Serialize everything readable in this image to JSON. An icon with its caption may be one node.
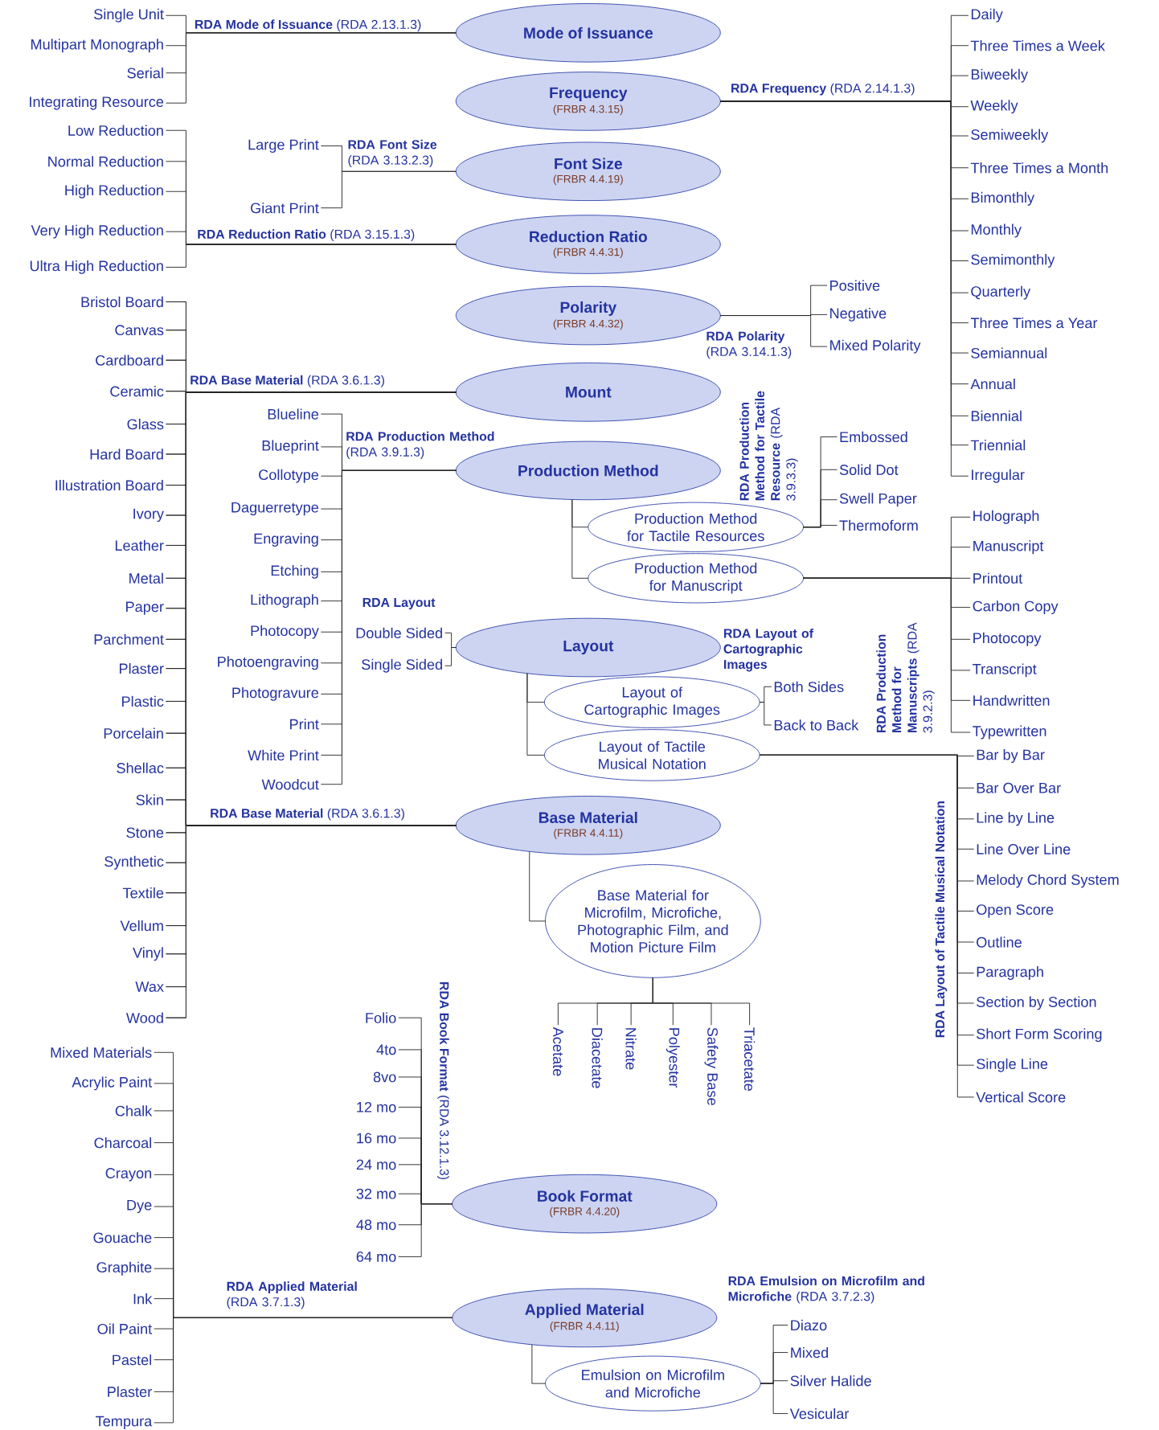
{
  "diagram": {
    "nodes": [
      {
        "text": [
          "Mode of Issuance"
        ]
      },
      {
        "text": [
          "Single Unit"
        ]
      },
      {
        "text": [
          "Multipart Monograph"
        ]
      },
      {
        "text": [
          "Serial"
        ]
      },
      {
        "text": [
          "Integrating Resource"
        ]
      },
      {
        "text": [
          "Frequency",
          "(FRBR 4.3.15)"
        ]
      },
      {
        "text": [
          "Daily"
        ]
      },
      {
        "text": [
          "Three Times a Week"
        ]
      },
      {
        "text": [
          "Biweekly"
        ]
      },
      {
        "text": [
          "Weekly"
        ]
      },
      {
        "text": [
          "Semiweekly"
        ]
      },
      {
        "text": [
          "Three Times a Month"
        ]
      },
      {
        "text": [
          "Bimonthly"
        ]
      },
      {
        "text": [
          "Monthly"
        ]
      },
      {
        "text": [
          "Semimonthly"
        ]
      },
      {
        "text": [
          "Quarterly"
        ]
      },
      {
        "text": [
          "Three Times a Year"
        ]
      },
      {
        "text": [
          "Semiannual"
        ]
      },
      {
        "text": [
          "Annual"
        ]
      },
      {
        "text": [
          "Biennial"
        ]
      },
      {
        "text": [
          "Triennial"
        ]
      },
      {
        "text": [
          "Irregular"
        ]
      },
      {
        "text": [
          "Font Size",
          "(FRBR 4.4.19)"
        ]
      },
      {
        "text": [
          "Large Print"
        ]
      },
      {
        "text": [
          "Giant Print"
        ]
      },
      {
        "text": [
          "Reduction Ratio",
          "(FRBR 4.4.31)"
        ]
      },
      {
        "text": [
          "Low Reduction"
        ]
      },
      {
        "text": [
          "Normal Reduction"
        ]
      },
      {
        "text": [
          "High Reduction"
        ]
      },
      {
        "text": [
          "Very High Reduction"
        ]
      },
      {
        "text": [
          "Ultra High Reduction"
        ]
      },
      {
        "text": [
          "Polarity",
          "(FRBR 4.4.32)"
        ]
      },
      {
        "text": [
          "Positive"
        ]
      },
      {
        "text": [
          "Negative"
        ]
      },
      {
        "text": [
          "Mixed Polarity"
        ]
      },
      {
        "text": [
          "Mount"
        ]
      },
      {
        "text": [
          "Bristol Board"
        ]
      },
      {
        "text": [
          "Canvas"
        ]
      },
      {
        "text": [
          "Cardboard"
        ]
      },
      {
        "text": [
          "Ceramic"
        ]
      },
      {
        "text": [
          "Glass"
        ]
      },
      {
        "text": [
          "Hard Board"
        ]
      },
      {
        "text": [
          "Illustration Board"
        ]
      },
      {
        "text": [
          "Ivory"
        ]
      },
      {
        "text": [
          "Leather"
        ]
      },
      {
        "text": [
          "Metal"
        ]
      },
      {
        "text": [
          "Paper"
        ]
      },
      {
        "text": [
          "Parchment"
        ]
      },
      {
        "text": [
          "Plaster"
        ]
      },
      {
        "text": [
          "Plastic"
        ]
      },
      {
        "text": [
          "Porcelain"
        ]
      },
      {
        "text": [
          "Shellac"
        ]
      },
      {
        "text": [
          "Skin"
        ]
      },
      {
        "text": [
          "Stone"
        ]
      },
      {
        "text": [
          "Synthetic"
        ]
      },
      {
        "text": [
          "Textile"
        ]
      },
      {
        "text": [
          "Vellum"
        ]
      },
      {
        "text": [
          "Vinyl"
        ]
      },
      {
        "text": [
          "Wax"
        ]
      },
      {
        "text": [
          "Wood"
        ]
      },
      {
        "text": [
          "Production Method"
        ]
      },
      {
        "text": [
          "Blueline"
        ]
      },
      {
        "text": [
          "Blueprint"
        ]
      },
      {
        "text": [
          "Collotype"
        ]
      },
      {
        "text": [
          "Daguerretype"
        ]
      },
      {
        "text": [
          "Engraving"
        ]
      },
      {
        "text": [
          "Etching"
        ]
      },
      {
        "text": [
          "Lithograph"
        ]
      },
      {
        "text": [
          "Photocopy"
        ]
      },
      {
        "text": [
          "Photoengraving"
        ]
      },
      {
        "text": [
          "Photogravure"
        ]
      },
      {
        "text": [
          "Print"
        ]
      },
      {
        "text": [
          "White Print"
        ]
      },
      {
        "text": [
          "Woodcut"
        ]
      },
      {
        "text": [
          "Production Method for Tactile Resources"
        ]
      },
      {
        "text": [
          "Embossed"
        ]
      },
      {
        "text": [
          "Solid Dot"
        ]
      },
      {
        "text": [
          "Swell Paper"
        ]
      },
      {
        "text": [
          "Thermoform"
        ]
      },
      {
        "text": [
          "Production Method for Manuscript"
        ]
      },
      {
        "text": [
          "Holograph"
        ]
      },
      {
        "text": [
          "Manuscript"
        ]
      },
      {
        "text": [
          "Printout"
        ]
      },
      {
        "text": [
          "Carbon Copy"
        ]
      },
      {
        "text": [
          "Photocopy"
        ]
      },
      {
        "text": [
          "Transcript"
        ]
      },
      {
        "text": [
          "Handwritten"
        ]
      },
      {
        "text": [
          "Typewritten"
        ]
      },
      {
        "text": [
          "Layout"
        ]
      },
      {
        "text": [
          "Double Sided"
        ]
      },
      {
        "text": [
          "Single Sided"
        ]
      },
      {
        "text": [
          "Layout of Cartographic Images"
        ]
      },
      {
        "text": [
          "Both Sides"
        ]
      },
      {
        "text": [
          "Back to Back"
        ]
      },
      {
        "text": [
          "Layout of Tactile Musical Notation"
        ]
      },
      {
        "text": [
          "Bar by Bar"
        ]
      },
      {
        "text": [
          "Bar Over Bar"
        ]
      },
      {
        "text": [
          "Line by Line"
        ]
      },
      {
        "text": [
          "Line Over Line"
        ]
      },
      {
        "text": [
          "Melody Chord System"
        ]
      },
      {
        "text": [
          "Open Score"
        ]
      },
      {
        "text": [
          "Outline"
        ]
      },
      {
        "text": [
          "Paragraph"
        ]
      },
      {
        "text": [
          "Section by Section"
        ]
      },
      {
        "text": [
          "Short Form Scoring"
        ]
      },
      {
        "text": [
          "Single Line"
        ]
      },
      {
        "text": [
          "Vertical Score"
        ]
      },
      {
        "text": [
          "Base Material",
          "(FRBR 4.4.11)"
        ]
      },
      {
        "text": [
          "Base Material for Microfilm, Microfiche, Photographic Film, and Motion Picture Film"
        ]
      },
      {
        "text": [
          "Acetate"
        ]
      },
      {
        "text": [
          "Diacetate"
        ]
      },
      {
        "text": [
          "Nitrate"
        ]
      },
      {
        "text": [
          "Polyester"
        ]
      },
      {
        "text": [
          "Safety Base"
        ]
      },
      {
        "text": [
          "Triacetate"
        ]
      },
      {
        "text": [
          "Book Format",
          "(FRBR 4.4.20)"
        ]
      },
      {
        "text": [
          "Folio"
        ]
      },
      {
        "text": [
          "4to"
        ]
      },
      {
        "text": [
          "8vo"
        ]
      },
      {
        "text": [
          "12 mo"
        ]
      },
      {
        "text": [
          "16 mo"
        ]
      },
      {
        "text": [
          "24 mo"
        ]
      },
      {
        "text": [
          "32 mo"
        ]
      },
      {
        "text": [
          "48 mo"
        ]
      },
      {
        "text": [
          "64 mo"
        ]
      },
      {
        "text": [
          "Applied Material",
          "(FRBR 4.4.11)"
        ]
      },
      {
        "text": [
          "Mixed Materials"
        ]
      },
      {
        "text": [
          "Acrylic Paint"
        ]
      },
      {
        "text": [
          "Chalk"
        ]
      },
      {
        "text": [
          "Charcoal"
        ]
      },
      {
        "text": [
          "Crayon"
        ]
      },
      {
        "text": [
          "Dye"
        ]
      },
      {
        "text": [
          "Gouache"
        ]
      },
      {
        "text": [
          "Graphite"
        ]
      },
      {
        "text": [
          "Ink"
        ]
      },
      {
        "text": [
          "Oil Paint"
        ]
      },
      {
        "text": [
          "Pastel"
        ]
      },
      {
        "text": [
          "Plaster"
        ]
      },
      {
        "text": [
          "Tempura"
        ]
      },
      {
        "text": [
          "Emulsion on Microfilm and Microfiche"
        ]
      },
      {
        "text": [
          "Diazo"
        ]
      },
      {
        "text": [
          "Mixed"
        ]
      },
      {
        "text": [
          "Silver Halide"
        ]
      },
      {
        "text": [
          "Vesicular"
        ]
      }
    ],
    "edges": [
      {
        "from": 0,
        "to": 1,
        "arrow": "none"
      },
      {
        "from": 0,
        "to": 2,
        "arrow": "none"
      },
      {
        "from": 0,
        "to": 3,
        "arrow": "none"
      },
      {
        "from": 0,
        "to": 4,
        "arrow": "none"
      },
      {
        "from": 5,
        "to": 6,
        "arrow": "none"
      },
      {
        "from": 5,
        "to": 7,
        "arrow": "none"
      },
      {
        "from": 5,
        "to": 8,
        "arrow": "none"
      },
      {
        "from": 5,
        "to": 9,
        "arrow": "none"
      },
      {
        "from": 5,
        "to": 10,
        "arrow": "none"
      },
      {
        "from": 5,
        "to": 11,
        "arrow": "none"
      },
      {
        "from": 5,
        "to": 12,
        "arrow": "none"
      },
      {
        "from": 5,
        "to": 13,
        "arrow": "none"
      },
      {
        "from": 5,
        "to": 14,
        "arrow": "none"
      },
      {
        "from": 5,
        "to": 15,
        "arrow": "none"
      },
      {
        "from": 5,
        "to": 16,
        "arrow": "none"
      },
      {
        "from": 5,
        "to": 17,
        "arrow": "none"
      },
      {
        "from": 5,
        "to": 18,
        "arrow": "none"
      },
      {
        "from": 5,
        "to": 19,
        "arrow": "none"
      },
      {
        "from": 5,
        "to": 20,
        "arrow": "none"
      },
      {
        "from": 5,
        "to": 21,
        "arrow": "none"
      },
      {
        "from": 22,
        "to": 23,
        "arrow": "none"
      },
      {
        "from": 22,
        "to": 24,
        "arrow": "none"
      },
      {
        "from": 25,
        "to": 26,
        "arrow": "none"
      },
      {
        "from": 25,
        "to": 27,
        "arrow": "none"
      },
      {
        "from": 25,
        "to": 28,
        "arrow": "none"
      },
      {
        "from": 25,
        "to": 29,
        "arrow": "none"
      },
      {
        "from": 25,
        "to": 30,
        "arrow": "none"
      },
      {
        "from": 31,
        "to": 32,
        "arrow": "none"
      },
      {
        "from": 31,
        "to": 33,
        "arrow": "none"
      },
      {
        "from": 31,
        "to": 34,
        "arrow": "none"
      },
      {
        "from": 35,
        "to": 36,
        "arrow": "none"
      },
      {
        "from": 35,
        "to": 37,
        "arrow": "none"
      },
      {
        "from": 35,
        "to": 38,
        "arrow": "none"
      },
      {
        "from": 35,
        "to": 39,
        "arrow": "none"
      },
      {
        "from": 35,
        "to": 40,
        "arrow": "none"
      },
      {
        "from": 35,
        "to": 41,
        "arrow": "none"
      },
      {
        "from": 35,
        "to": 42,
        "arrow": "none"
      },
      {
        "from": 35,
        "to": 43,
        "arrow": "none"
      },
      {
        "from": 35,
        "to": 44,
        "arrow": "none"
      },
      {
        "from": 35,
        "to": 45,
        "arrow": "none"
      },
      {
        "from": 35,
        "to": 46,
        "arrow": "none"
      },
      {
        "from": 35,
        "to": 47,
        "arrow": "none"
      },
      {
        "from": 35,
        "to": 48,
        "arrow": "none"
      },
      {
        "from": 35,
        "to": 49,
        "arrow": "none"
      },
      {
        "from": 35,
        "to": 50,
        "arrow": "none"
      },
      {
        "from": 35,
        "to": 51,
        "arrow": "none"
      },
      {
        "from": 35,
        "to": 52,
        "arrow": "none"
      },
      {
        "from": 35,
        "to": 53,
        "arrow": "none"
      },
      {
        "from": 35,
        "to": 54,
        "arrow": "none"
      },
      {
        "from": 35,
        "to": 55,
        "arrow": "none"
      },
      {
        "from": 35,
        "to": 56,
        "arrow": "none"
      },
      {
        "from": 35,
        "to": 57,
        "arrow": "none"
      },
      {
        "from": 35,
        "to": 58,
        "arrow": "none"
      },
      {
        "from": 35,
        "to": 59,
        "arrow": "none"
      },
      {
        "from": 60,
        "to": 61,
        "arrow": "none"
      },
      {
        "from": 60,
        "to": 62,
        "arrow": "none"
      },
      {
        "from": 60,
        "to": 63,
        "arrow": "none"
      },
      {
        "from": 60,
        "to": 64,
        "arrow": "none"
      },
      {
        "from": 60,
        "to": 65,
        "arrow": "none"
      },
      {
        "from": 60,
        "to": 66,
        "arrow": "none"
      },
      {
        "from": 60,
        "to": 67,
        "arrow": "none"
      },
      {
        "from": 60,
        "to": 68,
        "arrow": "none"
      },
      {
        "from": 60,
        "to": 69,
        "arrow": "none"
      },
      {
        "from": 60,
        "to": 70,
        "arrow": "none"
      },
      {
        "from": 60,
        "to": 71,
        "arrow": "none"
      },
      {
        "from": 60,
        "to": 72,
        "arrow": "none"
      },
      {
        "from": 60,
        "to": 73,
        "arrow": "none"
      },
      {
        "from": 60,
        "to": 74,
        "arrow": "none"
      },
      {
        "from": 74,
        "to": 75,
        "arrow": "none"
      },
      {
        "from": 74,
        "to": 76,
        "arrow": "none"
      },
      {
        "from": 74,
        "to": 77,
        "arrow": "none"
      },
      {
        "from": 74,
        "to": 78,
        "arrow": "none"
      },
      {
        "from": 60,
        "to": 79,
        "arrow": "none"
      },
      {
        "from": 79,
        "to": 80,
        "arrow": "none"
      },
      {
        "from": 79,
        "to": 81,
        "arrow": "none"
      },
      {
        "from": 79,
        "to": 82,
        "arrow": "none"
      },
      {
        "from": 79,
        "to": 83,
        "arrow": "none"
      },
      {
        "from": 79,
        "to": 84,
        "arrow": "none"
      },
      {
        "from": 79,
        "to": 85,
        "arrow": "none"
      },
      {
        "from": 79,
        "to": 86,
        "arrow": "none"
      },
      {
        "from": 79,
        "to": 87,
        "arrow": "none"
      },
      {
        "from": 88,
        "to": 89,
        "arrow": "none"
      },
      {
        "from": 88,
        "to": 90,
        "arrow": "none"
      },
      {
        "from": 88,
        "to": 91,
        "arrow": "none"
      },
      {
        "from": 91,
        "to": 92,
        "arrow": "none"
      },
      {
        "from": 91,
        "to": 93,
        "arrow": "none"
      },
      {
        "from": 88,
        "to": 94,
        "arrow": "none"
      },
      {
        "from": 94,
        "to": 95,
        "arrow": "none"
      },
      {
        "from": 94,
        "to": 96,
        "arrow": "none"
      },
      {
        "from": 94,
        "to": 97,
        "arrow": "none"
      },
      {
        "from": 94,
        "to": 98,
        "arrow": "none"
      },
      {
        "from": 94,
        "to": 99,
        "arrow": "none"
      },
      {
        "from": 94,
        "to": 100,
        "arrow": "none"
      },
      {
        "from": 94,
        "to": 101,
        "arrow": "none"
      },
      {
        "from": 94,
        "to": 102,
        "arrow": "none"
      },
      {
        "from": 94,
        "to": 103,
        "arrow": "none"
      },
      {
        "from": 94,
        "to": 104,
        "arrow": "none"
      },
      {
        "from": 94,
        "to": 105,
        "arrow": "none"
      },
      {
        "from": 94,
        "to": 106,
        "arrow": "none"
      },
      {
        "from": 107,
        "to": 36,
        "arrow": "none"
      },
      {
        "from": 107,
        "to": 37,
        "arrow": "none"
      },
      {
        "from": 107,
        "to": 38,
        "arrow": "none"
      },
      {
        "from": 107,
        "to": 39,
        "arrow": "none"
      },
      {
        "from": 107,
        "to": 40,
        "arrow": "none"
      },
      {
        "from": 107,
        "to": 41,
        "arrow": "none"
      },
      {
        "from": 107,
        "to": 42,
        "arrow": "none"
      },
      {
        "from": 107,
        "to": 43,
        "arrow": "none"
      },
      {
        "from": 107,
        "to": 44,
        "arrow": "none"
      },
      {
        "from": 107,
        "to": 45,
        "arrow": "none"
      },
      {
        "from": 107,
        "to": 46,
        "arrow": "none"
      },
      {
        "from": 107,
        "to": 47,
        "arrow": "none"
      },
      {
        "from": 107,
        "to": 48,
        "arrow": "none"
      },
      {
        "from": 107,
        "to": 49,
        "arrow": "none"
      },
      {
        "from": 107,
        "to": 50,
        "arrow": "none"
      },
      {
        "from": 107,
        "to": 51,
        "arrow": "none"
      },
      {
        "from": 107,
        "to": 52,
        "arrow": "none"
      },
      {
        "from": 107,
        "to": 53,
        "arrow": "none"
      },
      {
        "from": 107,
        "to": 54,
        "arrow": "none"
      },
      {
        "from": 107,
        "to": 55,
        "arrow": "none"
      },
      {
        "from": 107,
        "to": 56,
        "arrow": "none"
      },
      {
        "from": 107,
        "to": 57,
        "arrow": "none"
      },
      {
        "from": 107,
        "to": 58,
        "arrow": "none"
      },
      {
        "from": 107,
        "to": 59,
        "arrow": "none"
      },
      {
        "from": 107,
        "to": 108,
        "arrow": "none"
      },
      {
        "from": 108,
        "to": 109,
        "arrow": "none"
      },
      {
        "from": 108,
        "to": 110,
        "arrow": "none"
      },
      {
        "from": 108,
        "to": 111,
        "arrow": "none"
      },
      {
        "from": 108,
        "to": 112,
        "arrow": "none"
      },
      {
        "from": 108,
        "to": 113,
        "arrow": "none"
      },
      {
        "from": 108,
        "to": 114,
        "arrow": "none"
      },
      {
        "from": 115,
        "to": 116,
        "arrow": "none"
      },
      {
        "from": 115,
        "to": 117,
        "arrow": "none"
      },
      {
        "from": 115,
        "to": 118,
        "arrow": "none"
      },
      {
        "from": 115,
        "to": 119,
        "arrow": "none"
      },
      {
        "from": 115,
        "to": 120,
        "arrow": "none"
      },
      {
        "from": 115,
        "to": 121,
        "arrow": "none"
      },
      {
        "from": 115,
        "to": 122,
        "arrow": "none"
      },
      {
        "from": 115,
        "to": 123,
        "arrow": "none"
      },
      {
        "from": 115,
        "to": 124,
        "arrow": "none"
      },
      {
        "from": 125,
        "to": 126,
        "arrow": "none"
      },
      {
        "from": 125,
        "to": 127,
        "arrow": "none"
      },
      {
        "from": 125,
        "to": 128,
        "arrow": "none"
      },
      {
        "from": 125,
        "to": 129,
        "arrow": "none"
      },
      {
        "from": 125,
        "to": 130,
        "arrow": "none"
      },
      {
        "from": 125,
        "to": 131,
        "arrow": "none"
      },
      {
        "from": 125,
        "to": 132,
        "arrow": "none"
      },
      {
        "from": 125,
        "to": 133,
        "arrow": "none"
      },
      {
        "from": 125,
        "to": 134,
        "arrow": "none"
      },
      {
        "from": 125,
        "to": 135,
        "arrow": "none"
      },
      {
        "from": 125,
        "to": 136,
        "arrow": "none"
      },
      {
        "from": 125,
        "to": 137,
        "arrow": "none"
      },
      {
        "from": 125,
        "to": 138,
        "arrow": "none"
      },
      {
        "from": 125,
        "to": 139,
        "arrow": "none"
      },
      {
        "from": 139,
        "to": 140,
        "arrow": "none"
      },
      {
        "from": 139,
        "to": 141,
        "arrow": "none"
      },
      {
        "from": 139,
        "to": 142,
        "arrow": "none"
      },
      {
        "from": 139,
        "to": 143,
        "arrow": "none"
      }
    ],
    "labels": [
      "**RDA Mode of Issuance** (RDA 2.13.1.3)",
      "**RDA Frequency** (RDA 2.14.1.3)",
      "**RDA Font Size** (RDA 3.13.2.3)",
      "**RDA Reduction Ratio** (RDA 3.15.1.3)",
      "**RDA Polarity** (RDA 3.14.1.3)",
      "**RDA Base Material** (RDA 3.6.1.3)",
      "**RDA Production Method** (RDA 3.9.1.3)",
      "**RDA Production Method for Tactile Resource** (RDA 3.9.3.3)",
      "RDA Layout",
      "RDA Layout of Cartographic Images",
      "**RDA Production Method for Manuscripts** (RDA 3.9.2.3)",
      "**RDA Base Material** (RDA 3.6.1.3)",
      "RDA Layout of Tactile Musical Notation",
      "**RDA Book Format** (RDA 3.12.1.3)",
      "**RDA Applied Material** (RDA 3.7.1.3)",
      "**RDA Emulsion on Microfilm and Microfiche** (RDA 3.7.2.3)"
    ]
  }
}
